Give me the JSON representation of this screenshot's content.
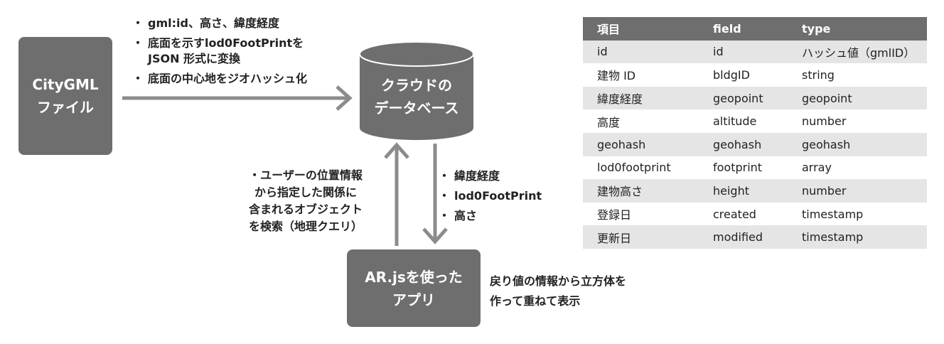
{
  "citygml_box": {
    "label": "CityGML\nファイル"
  },
  "database": {
    "label": "クラウドの\nデータベース"
  },
  "app_box": {
    "label": "AR.jsを使った\nアプリ"
  },
  "import_notes": [
    "gml:id、高さ、緯度経度",
    "底面を示すlod0FootPrintを\nJSON 形式に変換",
    "底面の中心地をジオハッシュ化"
  ],
  "download_notes": [
    "緯度経度",
    "lod0FootPrint",
    "高さ"
  ],
  "query_note": "・ユーザーの位置情報\nから指定した関係に\n含まれるオブジェクト\nを検索（地理クエリ）",
  "return_note": "戻り値の情報から立方体を\n作って重ねて表示",
  "schema_table": {
    "headers": [
      "項目",
      "field",
      "type"
    ],
    "rows": [
      [
        "id",
        "id",
        "ハッシュ値（gmlID）"
      ],
      [
        "建物 ID",
        "bldgID",
        "string"
      ],
      [
        "緯度経度",
        "geopoint",
        "geopoint"
      ],
      [
        "高度",
        "altitude",
        "number"
      ],
      [
        "geohash",
        "geohash",
        "geohash"
      ],
      [
        "lod0footprint",
        "footprint",
        "array"
      ],
      [
        "建物高さ",
        "height",
        "number"
      ],
      [
        "登録日",
        "created",
        "timestamp"
      ],
      [
        "更新日",
        "modified",
        "timestamp"
      ]
    ]
  },
  "colors": {
    "box": "#6e6e6e",
    "arrow": "#8c8c8c",
    "table_stripe": "#e5e5e5"
  }
}
